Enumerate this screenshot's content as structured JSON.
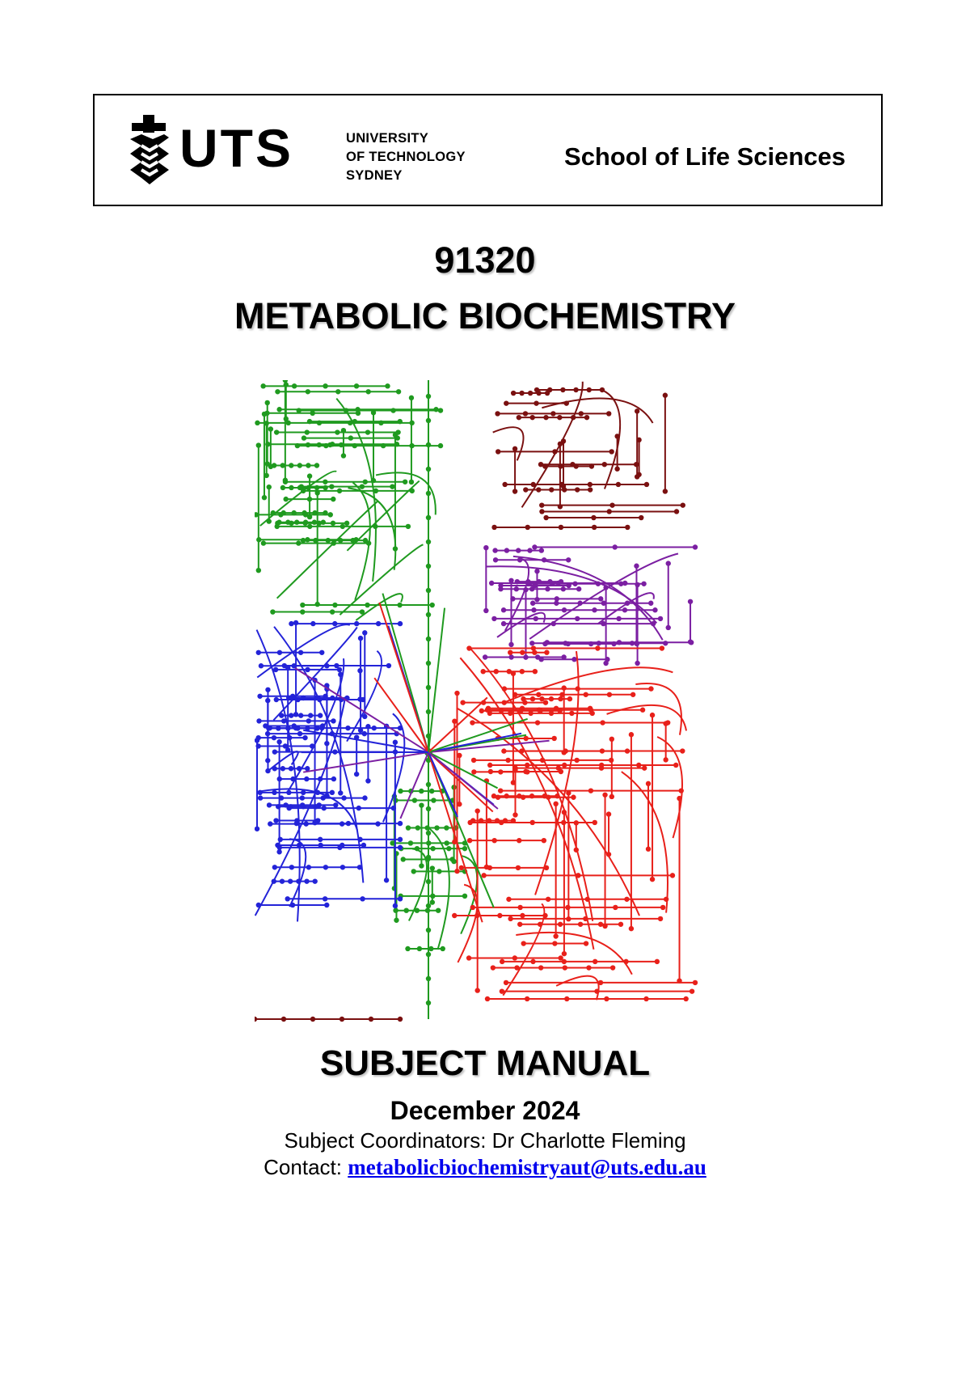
{
  "header": {
    "logo": {
      "wordmark": "UTS",
      "lines": [
        "UNIVERSITY",
        "OF TECHNOLOGY",
        "SYDNEY"
      ]
    },
    "school": "School of Life Sciences"
  },
  "course": {
    "code": "91320",
    "title": "METABOLIC BIOCHEMISTRY"
  },
  "figure": {
    "colors": {
      "green": "#1f9a1f",
      "blue": "#2323d8",
      "red": "#e8201a",
      "purple": "#7b1fa2",
      "maroon": "#7a1010"
    }
  },
  "manual": {
    "title": "SUBJECT MANUAL",
    "date": "December 2024",
    "coordinators_label": "Subject Coordinators: Dr Charlotte Fleming",
    "contact_label": "Contact: ",
    "contact_email": "metabolicbiochemistryaut@uts.edu.au"
  }
}
